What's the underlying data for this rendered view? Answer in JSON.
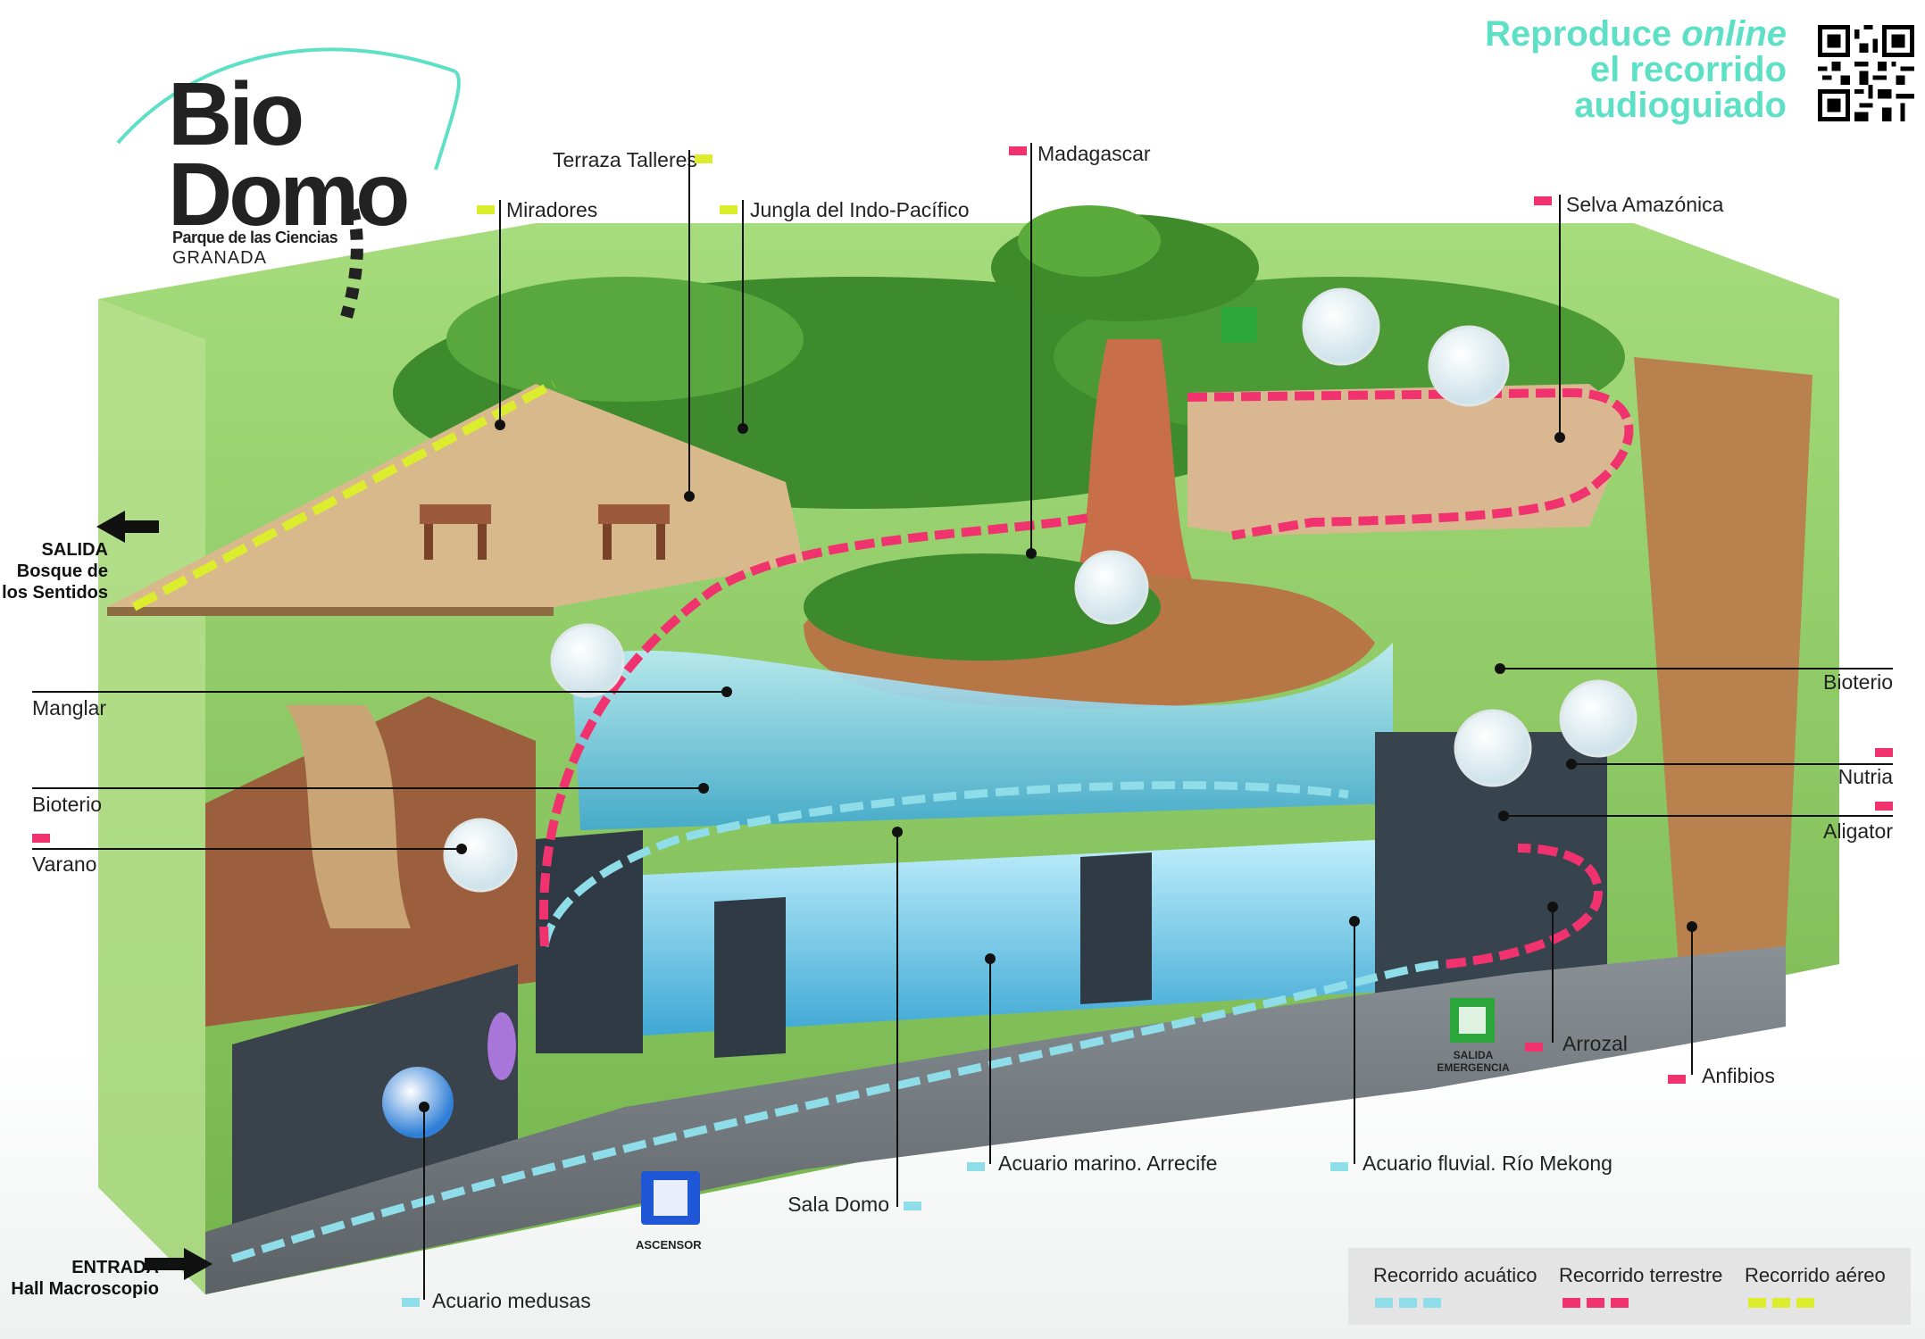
{
  "logo": {
    "line1": "Bio",
    "line2": "Domo",
    "subtitle": "Parque de las Ciencias",
    "city": "GRANADA"
  },
  "promo": {
    "line1_prefix": "Reproduce ",
    "line1_italic": "online",
    "line2": "el recorrido",
    "line3": "audioguiado"
  },
  "exits": {
    "salida": [
      "SALIDA",
      "Bosque de",
      "los Sentidos"
    ],
    "entrada": [
      "ENTRADA",
      "Hall Macroscopio"
    ],
    "emergency": [
      "SALIDA",
      "EMERGENCIA"
    ],
    "elevator": "ASCENSOR"
  },
  "labels": {
    "terraza": "Terraza Talleres",
    "miradores": "Miradores",
    "jungla": "Jungla del Indo-Pacífico",
    "madagascar": "Madagascar",
    "selva": "Selva Amazónica",
    "manglar": "Manglar",
    "bioterio_left": "Bioterio",
    "varano": "Varano",
    "bioterio_right": "Bioterio",
    "nutria": "Nutria",
    "aligator": "Aligator",
    "arrozal": "Arrozal",
    "anfibios": "Anfibios",
    "acuario_marino": "Acuario marino. Arrecife",
    "acuario_fluvial": "Acuario fluvial. Río Mekong",
    "sala_domo": "Sala Domo",
    "acuario_medusas": "Acuario medusas"
  },
  "legend": {
    "acuatico": "Recorrido acuático",
    "terrestre": "Recorrido terrestre",
    "aereo": "Recorrido aéreo"
  },
  "colors": {
    "acuatico": "#8fdde8",
    "terrestre": "#f0336e",
    "aereo": "#dced2e",
    "promo": "#5ee0c6",
    "emergency": "#2aa63a",
    "elevator": "#1f57d6"
  }
}
